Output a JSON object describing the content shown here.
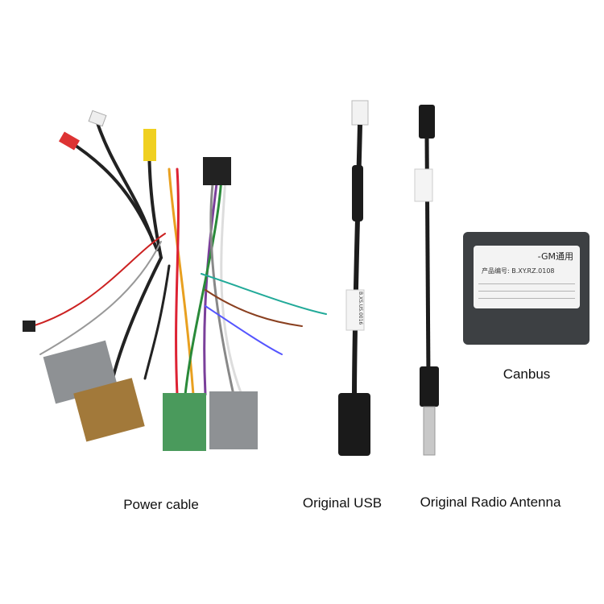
{
  "captions": {
    "power_cable": "Power cable",
    "original_usb": "Original USB",
    "original_radio_antenna": "Original Radio Antenna",
    "canbus": "Canbus"
  },
  "canbus_label": {
    "title": "-GM通用",
    "product_code": "产品编号: B.XY.RZ.0108"
  },
  "usb_tag": "B.XS.US.0016",
  "colors": {
    "canbus_box": "#3d4043",
    "grey_connector": "#8e9194",
    "tan_connector": "#a2793a",
    "green_connector": "#4a9a5c"
  }
}
